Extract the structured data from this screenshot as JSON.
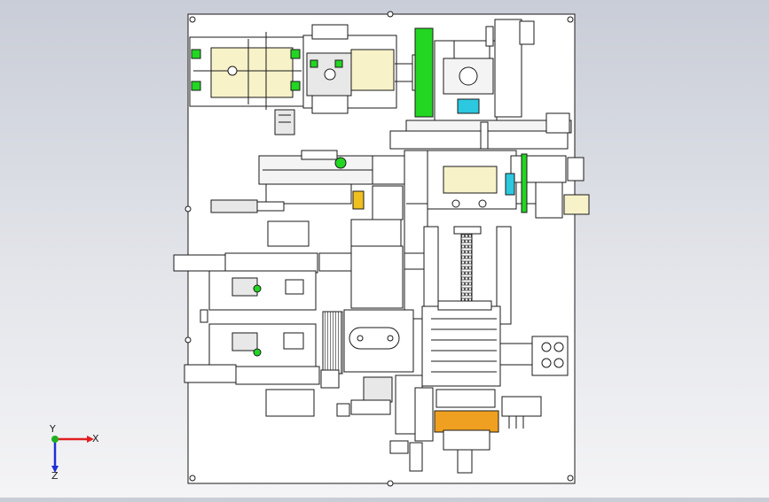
{
  "viewport": {
    "background_top": "#c9cdd7",
    "background_bottom": "#f4f4f6",
    "plate_fill": "#ffffff",
    "line_color": "#1a1a1a",
    "accent_green": "#22d622",
    "accent_yellow": "#f7f2c8",
    "accent_orange": "#f0a020",
    "accent_cyan": "#2bc8e0"
  },
  "triad": {
    "x_label": "X",
    "y_label": "Y",
    "z_label": "Z",
    "x_color": "#e02020",
    "y_color": "#20b020",
    "z_color": "#2030d0"
  }
}
